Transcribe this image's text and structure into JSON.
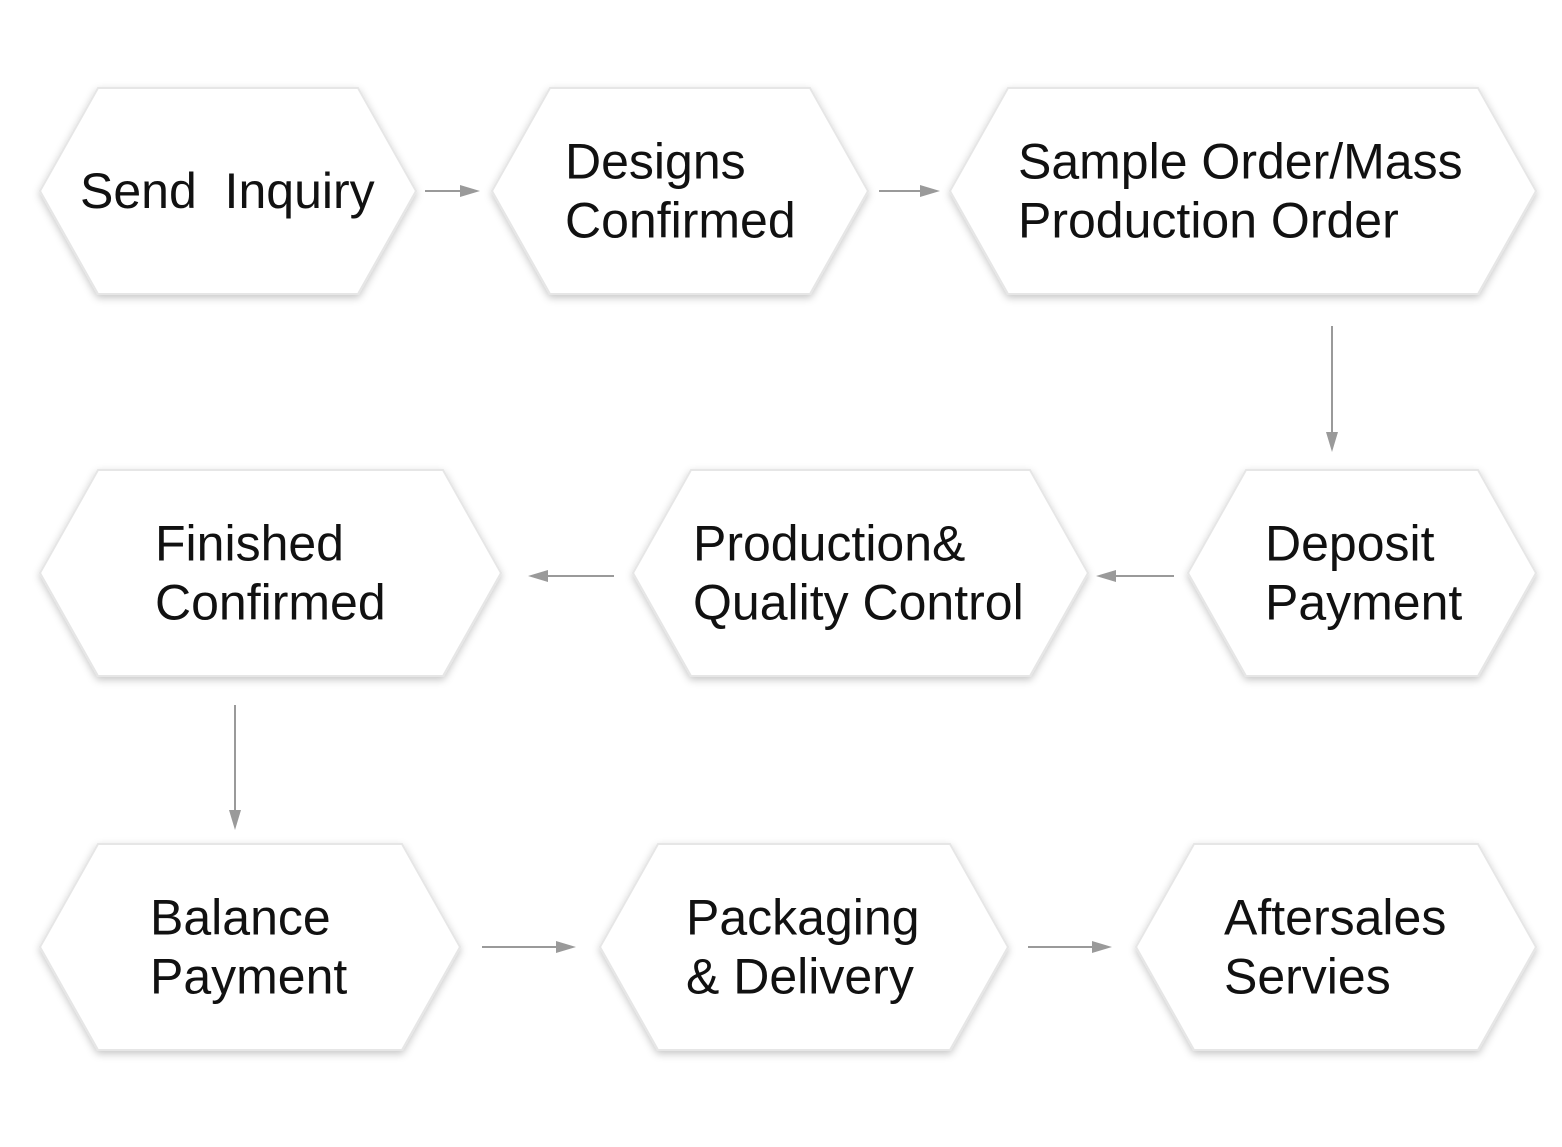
{
  "diagram": {
    "steps": [
      {
        "id": "send-inquiry",
        "lines": [
          "Send  Inquiry"
        ]
      },
      {
        "id": "designs-confirmed",
        "lines": [
          "Designs",
          "Confirmed"
        ]
      },
      {
        "id": "sample-order",
        "lines": [
          "Sample Order/Mass",
          "Production Order"
        ]
      },
      {
        "id": "deposit-payment",
        "lines": [
          "Deposit",
          "Payment"
        ]
      },
      {
        "id": "production-quality-control",
        "lines": [
          "Production&",
          "Quality Control"
        ]
      },
      {
        "id": "finished-confirmed",
        "lines": [
          "Finished",
          "Confirmed"
        ]
      },
      {
        "id": "balance-payment",
        "lines": [
          "Balance",
          "Payment"
        ]
      },
      {
        "id": "packaging-delivery",
        "lines": [
          "Packaging",
          "& Delivery"
        ]
      },
      {
        "id": "aftersales-servies",
        "lines": [
          "Aftersales",
          "Servies"
        ]
      }
    ],
    "connections": [
      {
        "from": "send-inquiry",
        "to": "designs-confirmed"
      },
      {
        "from": "designs-confirmed",
        "to": "sample-order"
      },
      {
        "from": "sample-order",
        "to": "deposit-payment"
      },
      {
        "from": "deposit-payment",
        "to": "production-quality-control"
      },
      {
        "from": "production-quality-control",
        "to": "finished-confirmed"
      },
      {
        "from": "finished-confirmed",
        "to": "balance-payment"
      },
      {
        "from": "balance-payment",
        "to": "packaging-delivery"
      },
      {
        "from": "packaging-delivery",
        "to": "aftersales-servies"
      }
    ]
  }
}
